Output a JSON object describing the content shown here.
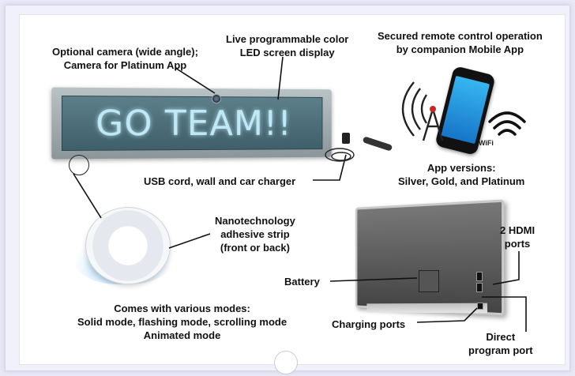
{
  "labels": {
    "camera": [
      "Optional camera (wide angle);",
      "Camera for Platinum App"
    ],
    "led": [
      "Live programmable color",
      "LED screen display"
    ],
    "remote": [
      "Secured remote control operation",
      "by companion Mobile App"
    ],
    "usb": "USB cord, wall and car charger",
    "app_versions": [
      "App versions:",
      "Silver, Gold, and Platinum"
    ],
    "adhesive": [
      "Nanotechnology",
      "adhesive strip",
      "(front or back)"
    ],
    "hdmi": [
      "2 HDMI",
      "ports"
    ],
    "battery": "Battery",
    "modes": [
      "Comes with various modes:",
      "Solid mode, flashing mode, scrolling mode",
      "Animated mode"
    ],
    "charging": "Charging ports",
    "direct": [
      "Direct",
      "program port"
    ]
  },
  "sign_text": "GO TEAM!!",
  "wifi_text": "WiFi",
  "colors": {
    "sign_glow": "#bfe9f6",
    "phone_screen": "#1675c8",
    "background": "#e9e9f7"
  }
}
